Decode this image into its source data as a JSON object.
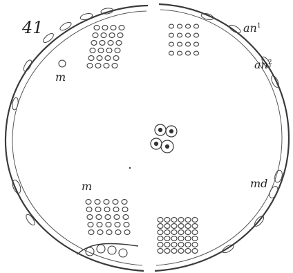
{
  "figure": {
    "number": "41",
    "labels": {
      "m_left": "m",
      "m_lower": "m",
      "an1": "an",
      "an1_sup": "1",
      "an2": "an",
      "an2_sup": "2",
      "md": "md"
    },
    "ink_color": "#3a3a3a",
    "paper_color": "#ffffff"
  }
}
